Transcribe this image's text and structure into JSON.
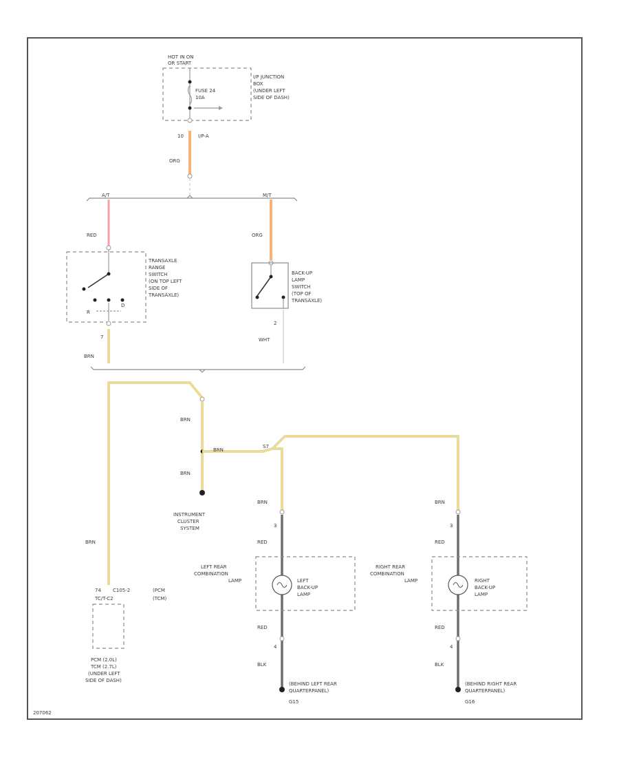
{
  "fuse_box": {
    "hot_label_1": "HOT IN ON",
    "hot_label_2": "OR START",
    "location": [
      "I/P JUNCTION",
      "BOX",
      "(UNDER LEFT",
      "SIDE OF DASH)"
    ],
    "fuse_name": "FUSE 24",
    "fuse_rating": "10A",
    "pin": "10",
    "connector": "I/P-A"
  },
  "wires": {
    "org_top": "ORG",
    "at_tap": "A/T",
    "mt_tap": "M/T",
    "red": "RED",
    "org_switch": "ORG",
    "brn_left": "BRN",
    "wht": "WHT",
    "brn_upper": "BRN",
    "brn_splice": "BRN",
    "brn_lower": "BRN",
    "brn_long": "BRN",
    "brn_left_lamp": "BRN",
    "red_left_lamp": "RED",
    "red_left_lamp_low": "RED",
    "blk_left": "BLK",
    "brn_right_lamp": "BRN",
    "red_right_lamp": "RED",
    "red_right_lamp_low": "RED",
    "blk_right": "BLK"
  },
  "transaxle_switch": {
    "lines": [
      "TRANSAXLE",
      "RANGE",
      "SWITCH",
      "(ON TOP LEFT",
      "SIDE OF",
      "TRANSAXLE)"
    ],
    "r": "R",
    "d": "D",
    "pin": "7"
  },
  "backup_switch": {
    "lines": [
      "BACK-UP",
      "LAMP",
      "SWITCH",
      "(TOP OF",
      "TRANSAXLE)"
    ],
    "pin": "2"
  },
  "instrument": {
    "lines": [
      "INSTRUMENT",
      "CLUSTER",
      "SYSTEM"
    ]
  },
  "splice": "S7",
  "pcm": {
    "pin_a": "74",
    "pin_b": "C105-2",
    "pin_c": "TC/T-C2",
    "pin_d": "(PCM",
    "pin_e": "(TCM)",
    "lines": [
      "PCM (2.0L)",
      "TCM (2.7L)",
      "(UNDER LEFT",
      "SIDE OF DASH)"
    ]
  },
  "left_lamp": {
    "assembly": [
      "LEFT REAR",
      "COMBINATION",
      "LAMP"
    ],
    "name": [
      "LEFT",
      "BACK-UP",
      "LAMP"
    ],
    "pin_top": "3",
    "pin_bottom": "4",
    "ground": [
      "(BEHIND LEFT REAR",
      "QUARTERPANEL)"
    ],
    "ground_id": "G15"
  },
  "right_lamp": {
    "assembly": [
      "RIGHT REAR",
      "COMBINATION",
      "LAMP"
    ],
    "name": [
      "RIGHT",
      "BACK-UP",
      "LAMP"
    ],
    "pin_top": "3",
    "pin_bottom": "4",
    "ground": [
      "(BEHIND RIGHT REAR",
      "QUARTERPANEL)"
    ],
    "ground_id": "G16"
  },
  "figure_id": "207062"
}
